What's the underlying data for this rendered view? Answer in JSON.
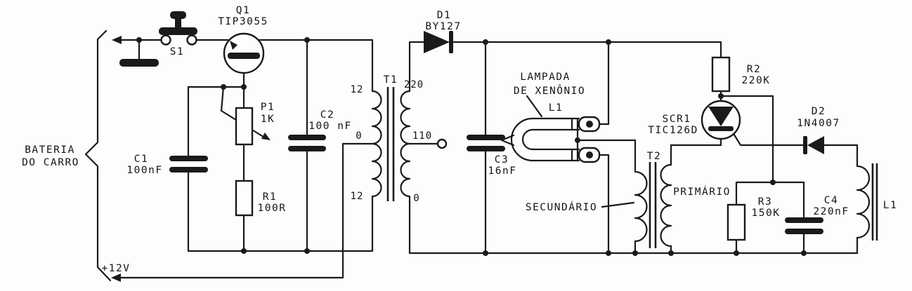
{
  "ink_color": "#1a1a1a",
  "schematic": {
    "battery": {
      "label_line1": "BATERIA",
      "label_line2": "DO CARRO"
    },
    "supply": {
      "label": "+12V"
    },
    "s1": {
      "ref": "S1"
    },
    "q1": {
      "ref": "Q1",
      "part": "TIP3055"
    },
    "p1": {
      "ref": "P1",
      "value": "1K"
    },
    "c1": {
      "ref": "C1",
      "value": "100nF"
    },
    "r1": {
      "ref": "R1",
      "value": "100R"
    },
    "c2": {
      "ref": "C2",
      "value": "100 nF"
    },
    "t1": {
      "ref": "T1",
      "primary_top": "12",
      "primary_center": "0",
      "primary_bottom": "12",
      "secondary_top": "220",
      "secondary_center": "110",
      "secondary_bottom": "0"
    },
    "d1": {
      "ref": "D1",
      "part": "BY127"
    },
    "c3": {
      "ref": "C3",
      "value": "16nF"
    },
    "lamp": {
      "label_line1": "LAMPADA",
      "label_line2": "DE XENÔNIO",
      "ref": "L1"
    },
    "t2": {
      "ref": "T2",
      "secondary_label": "SECUNDÁRIO",
      "primary_label": "PRIMÁRIO"
    },
    "scr1": {
      "ref": "SCR1",
      "part": "TIC126D"
    },
    "r2": {
      "ref": "R2",
      "value": "220K"
    },
    "d2": {
      "ref": "D2",
      "part": "1N4007"
    },
    "r3": {
      "ref": "R3",
      "value": "150K"
    },
    "c4": {
      "ref": "C4",
      "value": "220nF"
    },
    "l1_pickup": {
      "ref": "L1"
    }
  }
}
